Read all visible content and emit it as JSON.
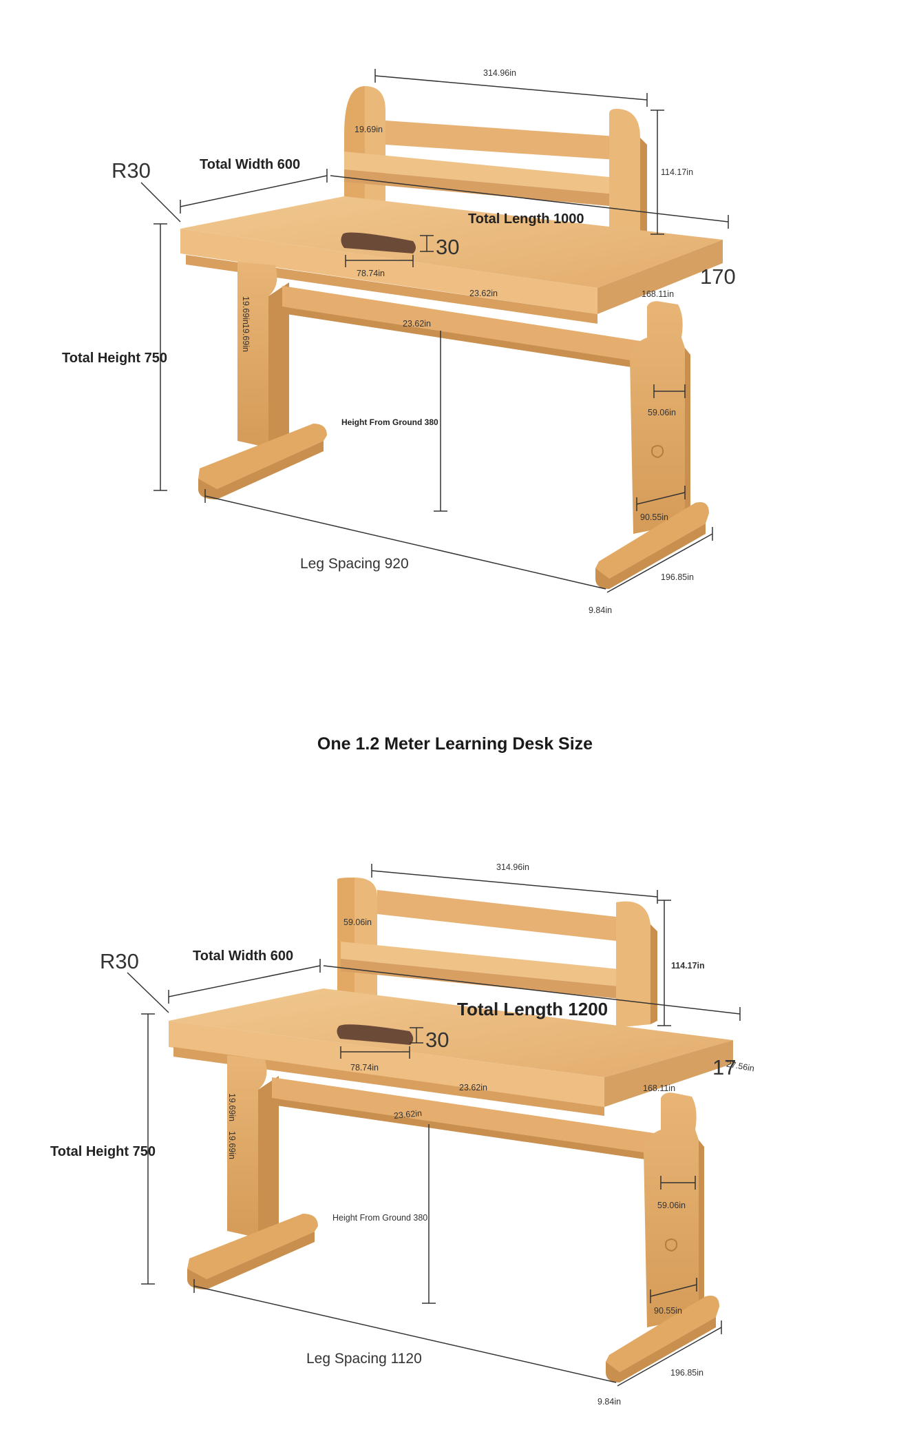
{
  "panel_1": {
    "radius": "R30",
    "total_width": "Total Width 600",
    "total_length": "Total Length 1000",
    "total_height": "Total Height 750",
    "leg_spacing": "Leg Spacing 920",
    "height_from_ground": "Height From Ground 380",
    "handle_thickness": "30",
    "depth_edge": "170",
    "dim_top_width": "314.96in",
    "dim_shelf_side": "19.69in",
    "dim_shelf_height": "114.17in",
    "dim_handle": "78.74in",
    "dim_drawer": "23.62in",
    "dim_drawer_side": "168.11in",
    "dim_beam": "23.62in",
    "dim_post_a": "19.69in",
    "dim_post_b": "19.69in",
    "dim_leg_upper": "59.06in",
    "dim_leg_lower": "90.55in",
    "dim_foot": "196.85in",
    "dim_foot_end": "9.84in"
  },
  "section_title": "One 1.2 Meter Learning Desk Size",
  "panel_2": {
    "radius": "R30",
    "total_width": "Total Width 600",
    "total_length": "Total Length 1200",
    "total_height": "Total Height 750",
    "leg_spacing": "Leg Spacing 1120",
    "height_from_ground": "Height From Ground 380",
    "handle_thickness": "30",
    "depth_edge": "17",
    "dim_top_width": "314.96in",
    "dim_shelf_side": "59.06in",
    "dim_shelf_height": "114.17in",
    "dim_handle": "78.74in",
    "dim_drawer": "23.62in",
    "dim_drawer_side": "168.11in",
    "dim_depth_edge": "27.56in",
    "dim_beam": "23.62in",
    "dim_post_a": "19.69in",
    "dim_post_b": "19.69in",
    "dim_leg_upper": "59.06in",
    "dim_leg_lower": "90.55in",
    "dim_foot": "196.85in",
    "dim_foot_end": "9.84in"
  },
  "colors": {
    "wood": "#e8b77a",
    "wood_dark": "#c98f4e",
    "wood_light": "#f3cf9c",
    "walnut_handle": "#6b4a38",
    "dimension_line": "#333333"
  }
}
